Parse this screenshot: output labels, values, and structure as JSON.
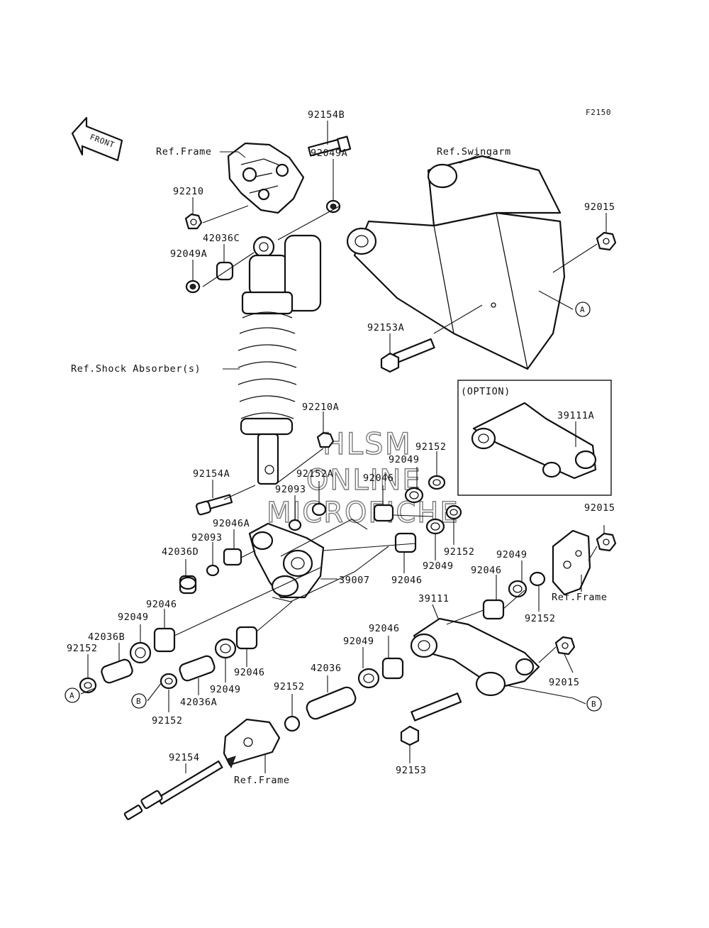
{
  "figure_id": "F2150",
  "front_arrow": {
    "text": "FRONT",
    "icon": "front-arrow-icon"
  },
  "option_box": {
    "title": "(OPTION)"
  },
  "watermark": {
    "line1": "HLSM",
    "line2": "ONLINE",
    "line3": "MICROFICHE"
  },
  "refs": {
    "frame_top": "Ref.Frame",
    "swingarm": "Ref.Swingarm",
    "shock": "Ref.Shock Absorber(s)",
    "frame_right": "Ref.Frame",
    "frame_bottom": "Ref.Frame"
  },
  "markers": {
    "A": "A",
    "B": "B"
  },
  "parts": [
    {
      "id": "p0",
      "label": "92154B"
    },
    {
      "id": "p1",
      "label": "92049A"
    },
    {
      "id": "p2",
      "label": "92210"
    },
    {
      "id": "p3",
      "label": "42036C"
    },
    {
      "id": "p4",
      "label": "92049A"
    },
    {
      "id": "p5",
      "label": "92015"
    },
    {
      "id": "p6",
      "label": "92153A"
    },
    {
      "id": "p7",
      "label": "39111A"
    },
    {
      "id": "p8",
      "label": "92210A"
    },
    {
      "id": "p9",
      "label": "92152"
    },
    {
      "id": "p10",
      "label": "92049"
    },
    {
      "id": "p11",
      "label": "92152A"
    },
    {
      "id": "p12",
      "label": "92154A"
    },
    {
      "id": "p13",
      "label": "92093"
    },
    {
      "id": "p14",
      "label": "92046"
    },
    {
      "id": "p15",
      "label": "92015"
    },
    {
      "id": "p16",
      "label": "92046A"
    },
    {
      "id": "p17",
      "label": "92093"
    },
    {
      "id": "p18",
      "label": "92152"
    },
    {
      "id": "p19",
      "label": "42036D"
    },
    {
      "id": "p20",
      "label": "39007"
    },
    {
      "id": "p21",
      "label": "92049"
    },
    {
      "id": "p22",
      "label": "92046"
    },
    {
      "id": "p23",
      "label": "92049"
    },
    {
      "id": "p24",
      "label": "92046"
    },
    {
      "id": "p25",
      "label": "92152"
    },
    {
      "id": "p26",
      "label": "92046"
    },
    {
      "id": "p27",
      "label": "39111"
    },
    {
      "id": "p28",
      "label": "92049"
    },
    {
      "id": "p29",
      "label": "42036B"
    },
    {
      "id": "p30",
      "label": "92046"
    },
    {
      "id": "p31",
      "label": "92049"
    },
    {
      "id": "p32",
      "label": "92152"
    },
    {
      "id": "p33",
      "label": "92046"
    },
    {
      "id": "p34",
      "label": "92015"
    },
    {
      "id": "p35",
      "label": "42036"
    },
    {
      "id": "p36",
      "label": "92049"
    },
    {
      "id": "p37",
      "label": "42036A"
    },
    {
      "id": "p38",
      "label": "92152"
    },
    {
      "id": "p39",
      "label": "92152"
    },
    {
      "id": "p40",
      "label": "92153"
    },
    {
      "id": "p41",
      "label": "92154"
    }
  ]
}
